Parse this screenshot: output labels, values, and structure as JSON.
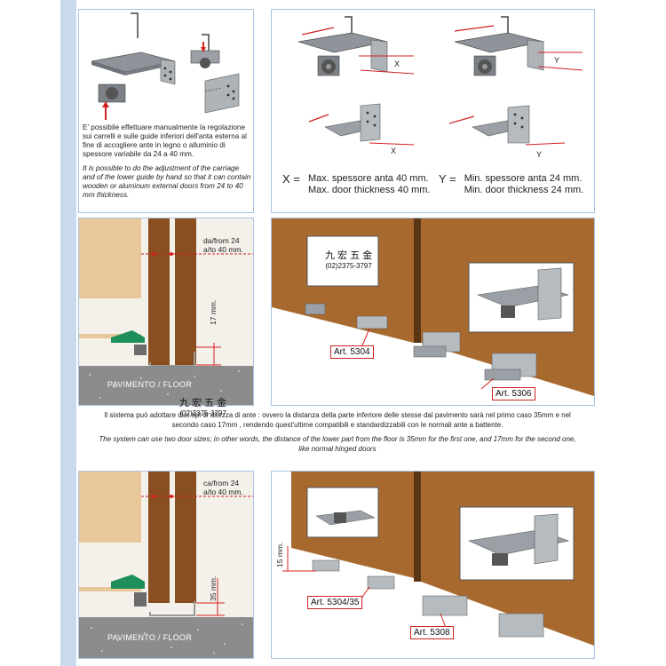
{
  "top_left": {
    "it_text": "E' possibile effettuare manualmente la regolazione sui carrelli e sulle guide inferiori dell'anta esterna al fine di accogliere ante in legno o alluminio di spessore variabile da 24 a 40 mm.",
    "en_text": "It is possible to do the adjustment of the carriage and of the lower guide by hand so that it can contain wooden or aluminum external doors from 24 to 40 mm thickness."
  },
  "top_right": {
    "x_label": "X",
    "y_label": "Y",
    "x_symbol": "X =",
    "x_line1": "Max. spessore anta 40 mm.",
    "x_line2": "Max. door thickness 40 mm.",
    "y_symbol": "Y =",
    "y_line1": "Min. spessore anta 24 mm.",
    "y_line2": "Min. door thickness 24 mm."
  },
  "mid_left": {
    "range_line1": "da/from 24",
    "range_line2": "a/to 40 mm.",
    "gap_label": "17 mm.",
    "floor_label": "PAVIMENTO / FLOOR"
  },
  "mid_right": {
    "art1": "Art. 5304",
    "art2": "Art. 5306"
  },
  "watermark": {
    "chars": "九 宏 五 金",
    "phone": "(02)2375-3797"
  },
  "middle_text": {
    "it": "Il sistema può adottare due tipi di altezza di ante : ovvero la distanza della parte inferiore delle stesse dal pavimento sarà nel primo caso 35mm e nel secondo caso 17mm , rendendo quest'ultime compatibili e standardizzabili con le normali ante a battente.",
    "en": "The system can use two door sizes; in other words, the distance of the lower part from the floor is 35mm for the first one, and 17mm for the second one, like normal hinged doors"
  },
  "bottom_left": {
    "range_line1": "ca/from 24",
    "range_line2": "a/to 40 mm.",
    "gap_label": "35 mm.",
    "floor_label": "PAVIMENTO / FLOOR"
  },
  "bottom_right": {
    "gap_label": "15 mm.",
    "art1": "Art. 5304/35",
    "art2": "Art. 5308"
  },
  "colors": {
    "sidebar": "#c9d9ee",
    "panel_border": "#a9c4e4",
    "door_brown": "#a8692f",
    "wood_light": "#e8c89a",
    "dimension_red": "#d42020",
    "floor_gray": "#8c8c8c",
    "metal": "#9aa0a6",
    "green_guide": "#1e8f5a"
  }
}
